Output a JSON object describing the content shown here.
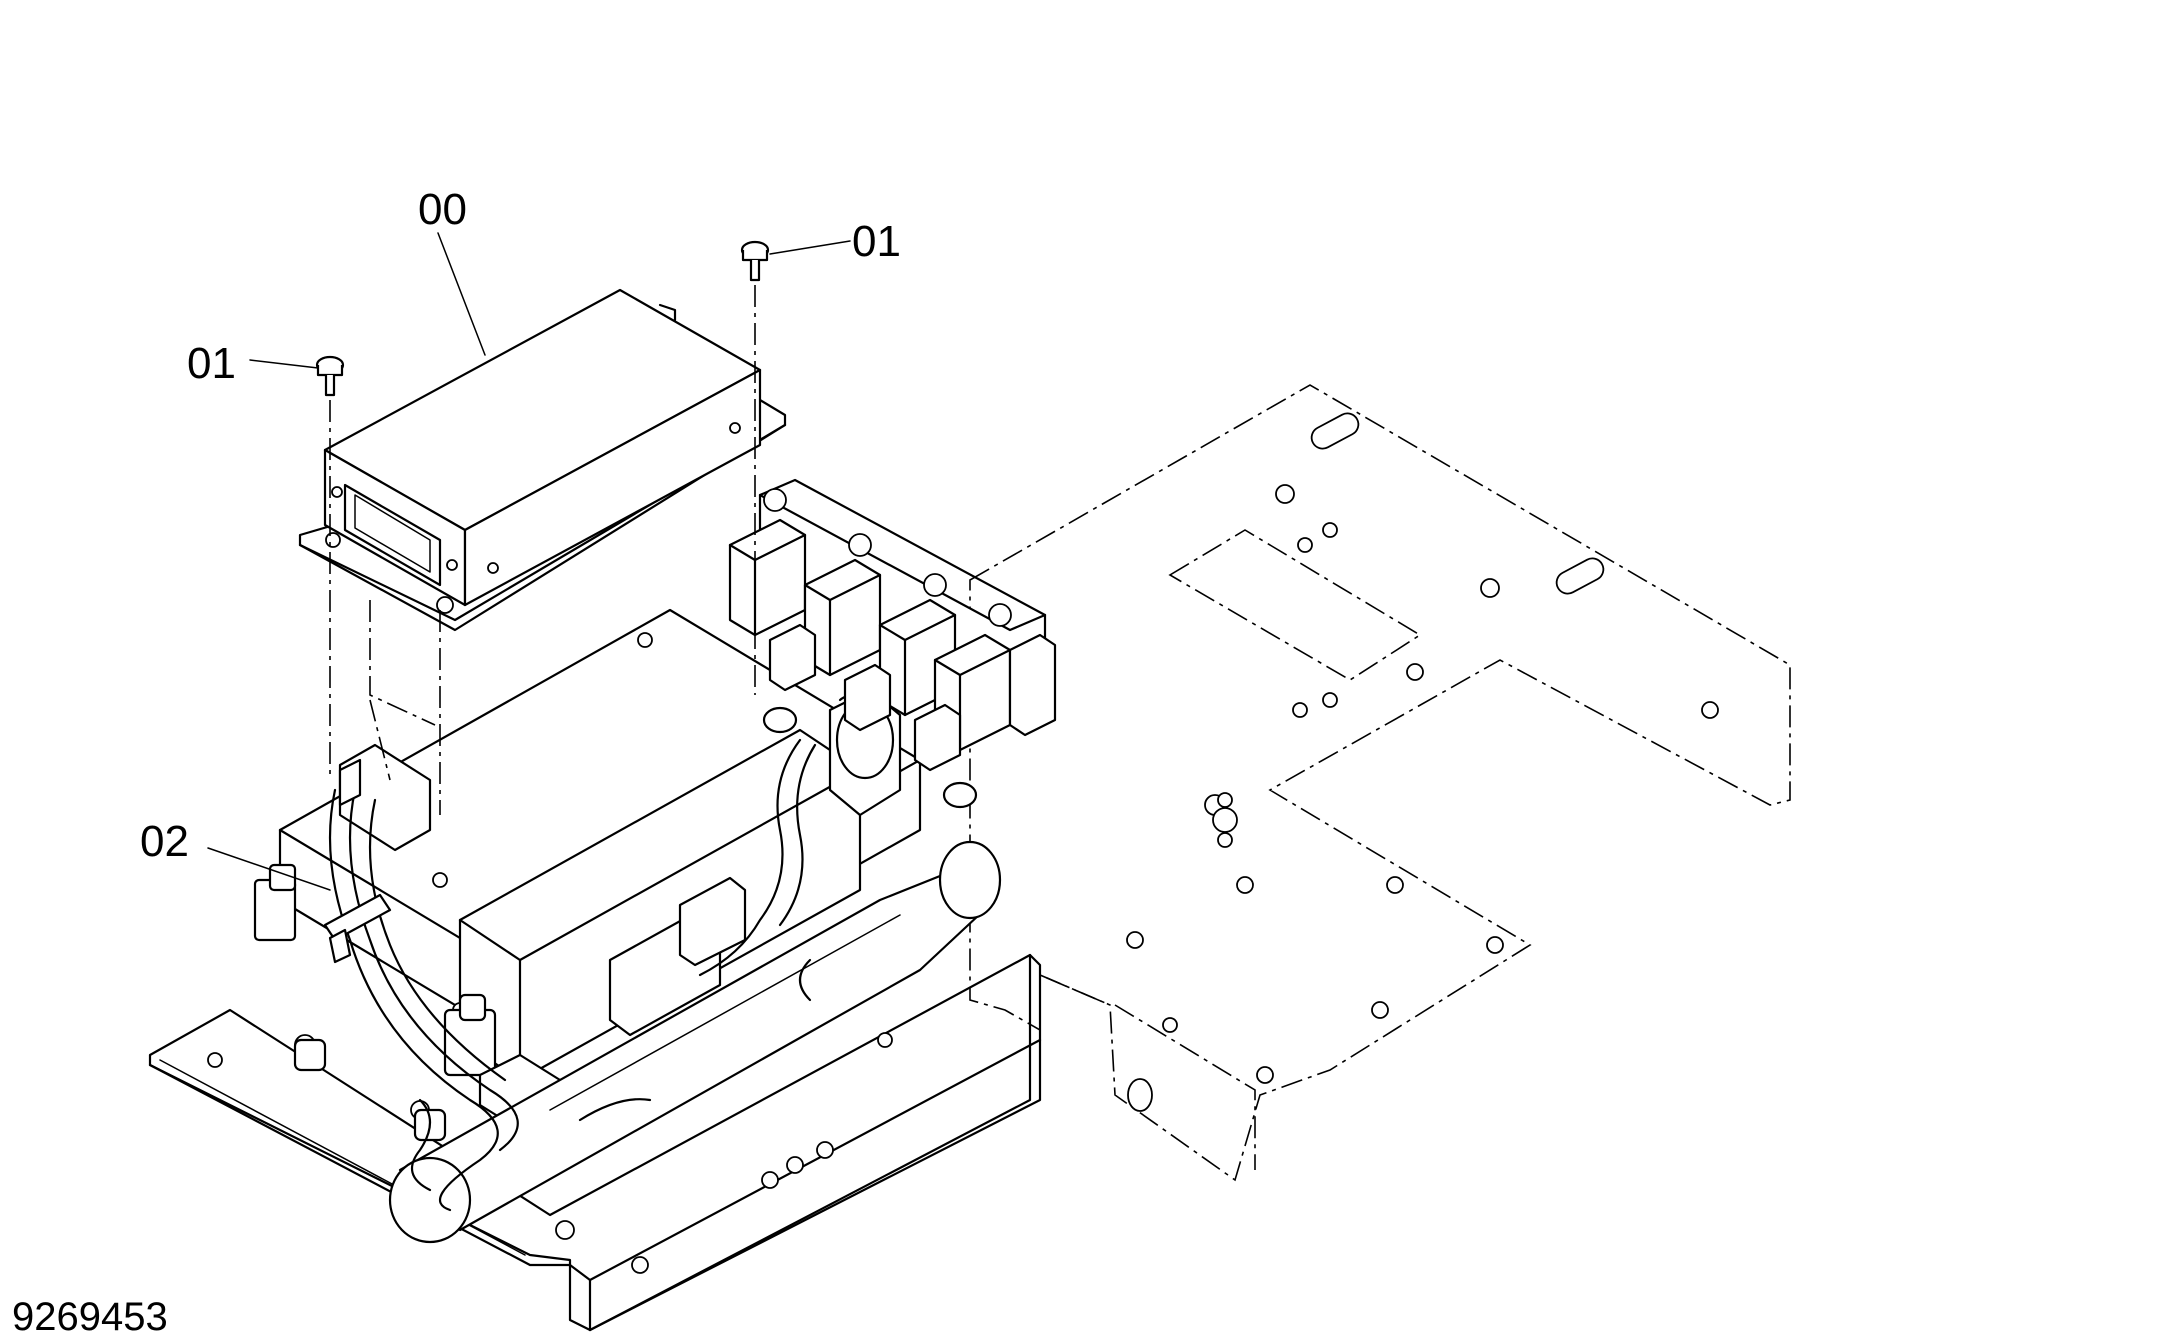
{
  "drawing": {
    "document_number": "9269453"
  },
  "callouts": [
    {
      "id": "controller",
      "label": "00"
    },
    {
      "id": "bolt-right",
      "label": "01"
    },
    {
      "id": "bolt-left",
      "label": "01"
    },
    {
      "id": "cable-tie",
      "label": "02"
    }
  ]
}
